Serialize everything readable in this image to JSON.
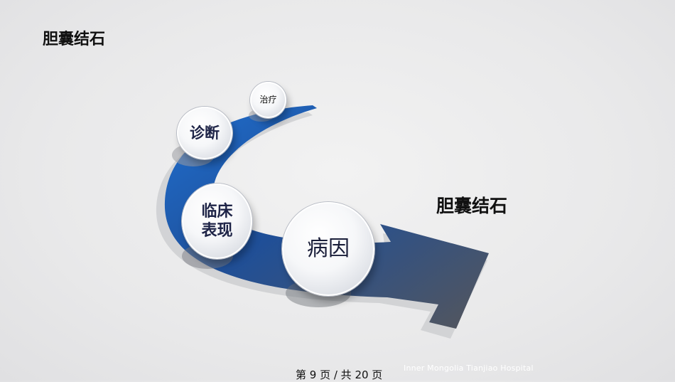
{
  "slide": {
    "title": "胆囊结石",
    "side_title": "胆囊结石"
  },
  "diagram": {
    "nodes": [
      {
        "id": "zhiliao",
        "label": "治疗"
      },
      {
        "id": "zhenduan",
        "label": "诊断"
      },
      {
        "id": "linchuang",
        "label": "临床表现"
      },
      {
        "id": "bingyin",
        "label": "病因"
      }
    ]
  },
  "footer": {
    "page_indicator": "第 9 页 / 共 20 页",
    "watermark": "Inner Mongolia Tianjiao Hospital"
  },
  "colors": {
    "arrow_start": "#1f6fd0",
    "arrow_end": "#55565b",
    "node_text": "#1e2447"
  }
}
